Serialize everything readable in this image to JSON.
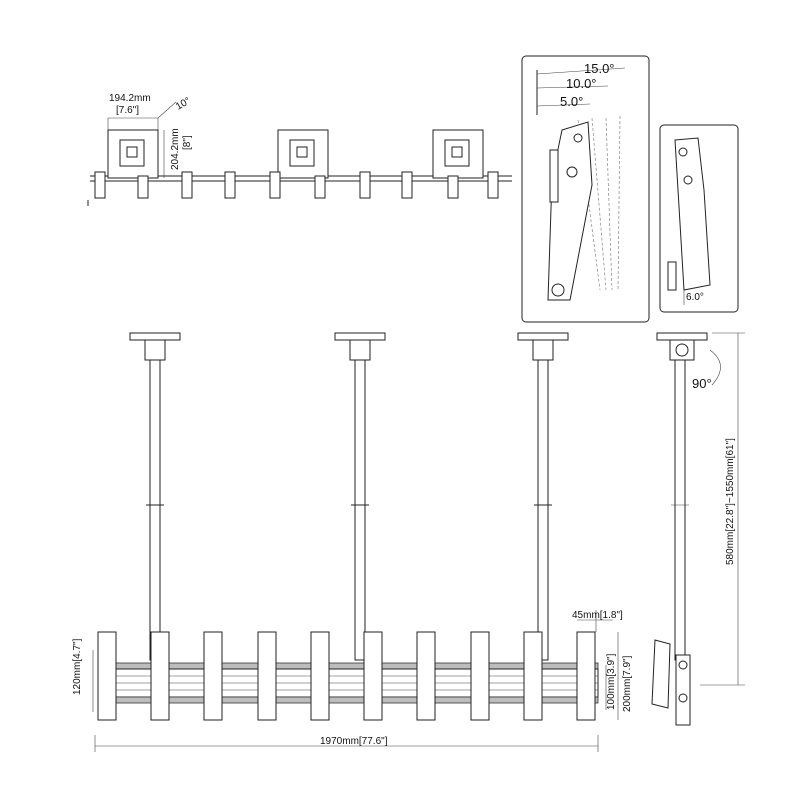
{
  "top_view": {
    "width_label": "194.2mm",
    "width_inch": "[7.6\"]",
    "height_label": "204.2mm",
    "height_inch": "[8\"]",
    "tilt_label": "10°"
  },
  "tilt_detail": {
    "angles": [
      "15.0°",
      "10.0°",
      "5.0°"
    ]
  },
  "side_detail": {
    "angle": "6.0°"
  },
  "side_view": {
    "rotation": "90°",
    "drop_label": "580mm[22.8\"]~1550mm[61\"]"
  },
  "front_view": {
    "rail_height": "120mm[4.7\"]",
    "clamp_width": "45mm[1.8\"]",
    "bracket_height": "200mm[7.9\"]",
    "bracket_spacing": "100mm[3.9\"]",
    "total_width": "1970mm[77.6\"]"
  }
}
